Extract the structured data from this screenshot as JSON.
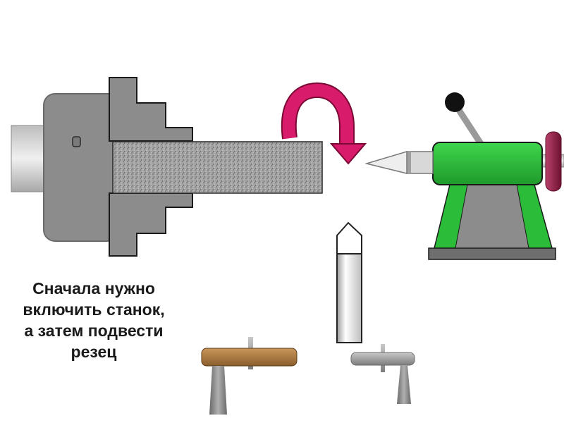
{
  "caption": {
    "lines": [
      "Сначала нужно",
      "включить станок,",
      "а затем подвести",
      "резец"
    ]
  },
  "colors": {
    "chuck_body": "#8c8c8c",
    "workpiece": "#9a9a9a",
    "rotation_arrow": "#d81b6a",
    "tailstock_body": "#2bbd3a",
    "tailstock_base": "#6e6e6e",
    "handwheel": "#8e1e45",
    "tool_rest_wood": "#b07e45"
  },
  "icons": {
    "rotation": "curved-arrow-icon"
  }
}
